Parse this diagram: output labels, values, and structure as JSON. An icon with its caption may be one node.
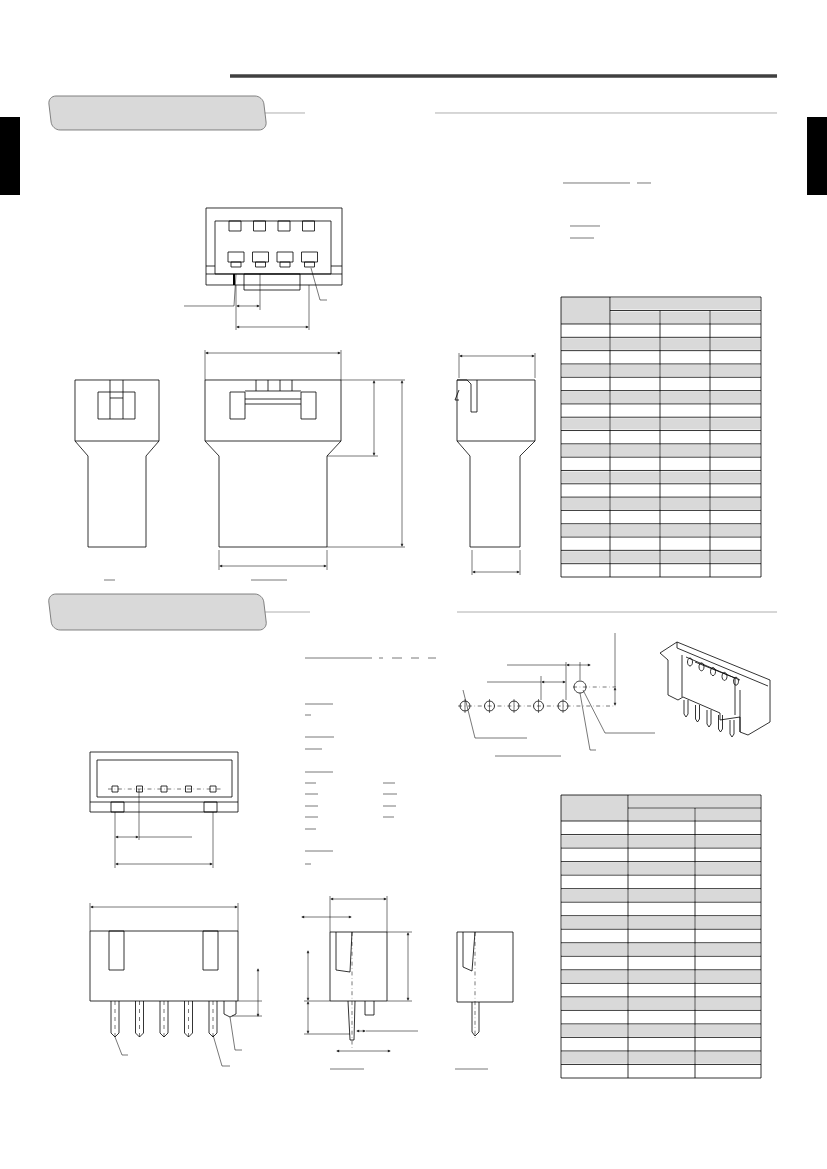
{
  "diagram": {
    "nodes": [
      {
        "text": [],
        "shape": "box"
      },
      {
        "text": [],
        "shape": "box"
      },
      {
        "text": [],
        "shape": "bar"
      },
      {
        "text": [],
        "shape": "bar"
      }
    ]
  }
}
